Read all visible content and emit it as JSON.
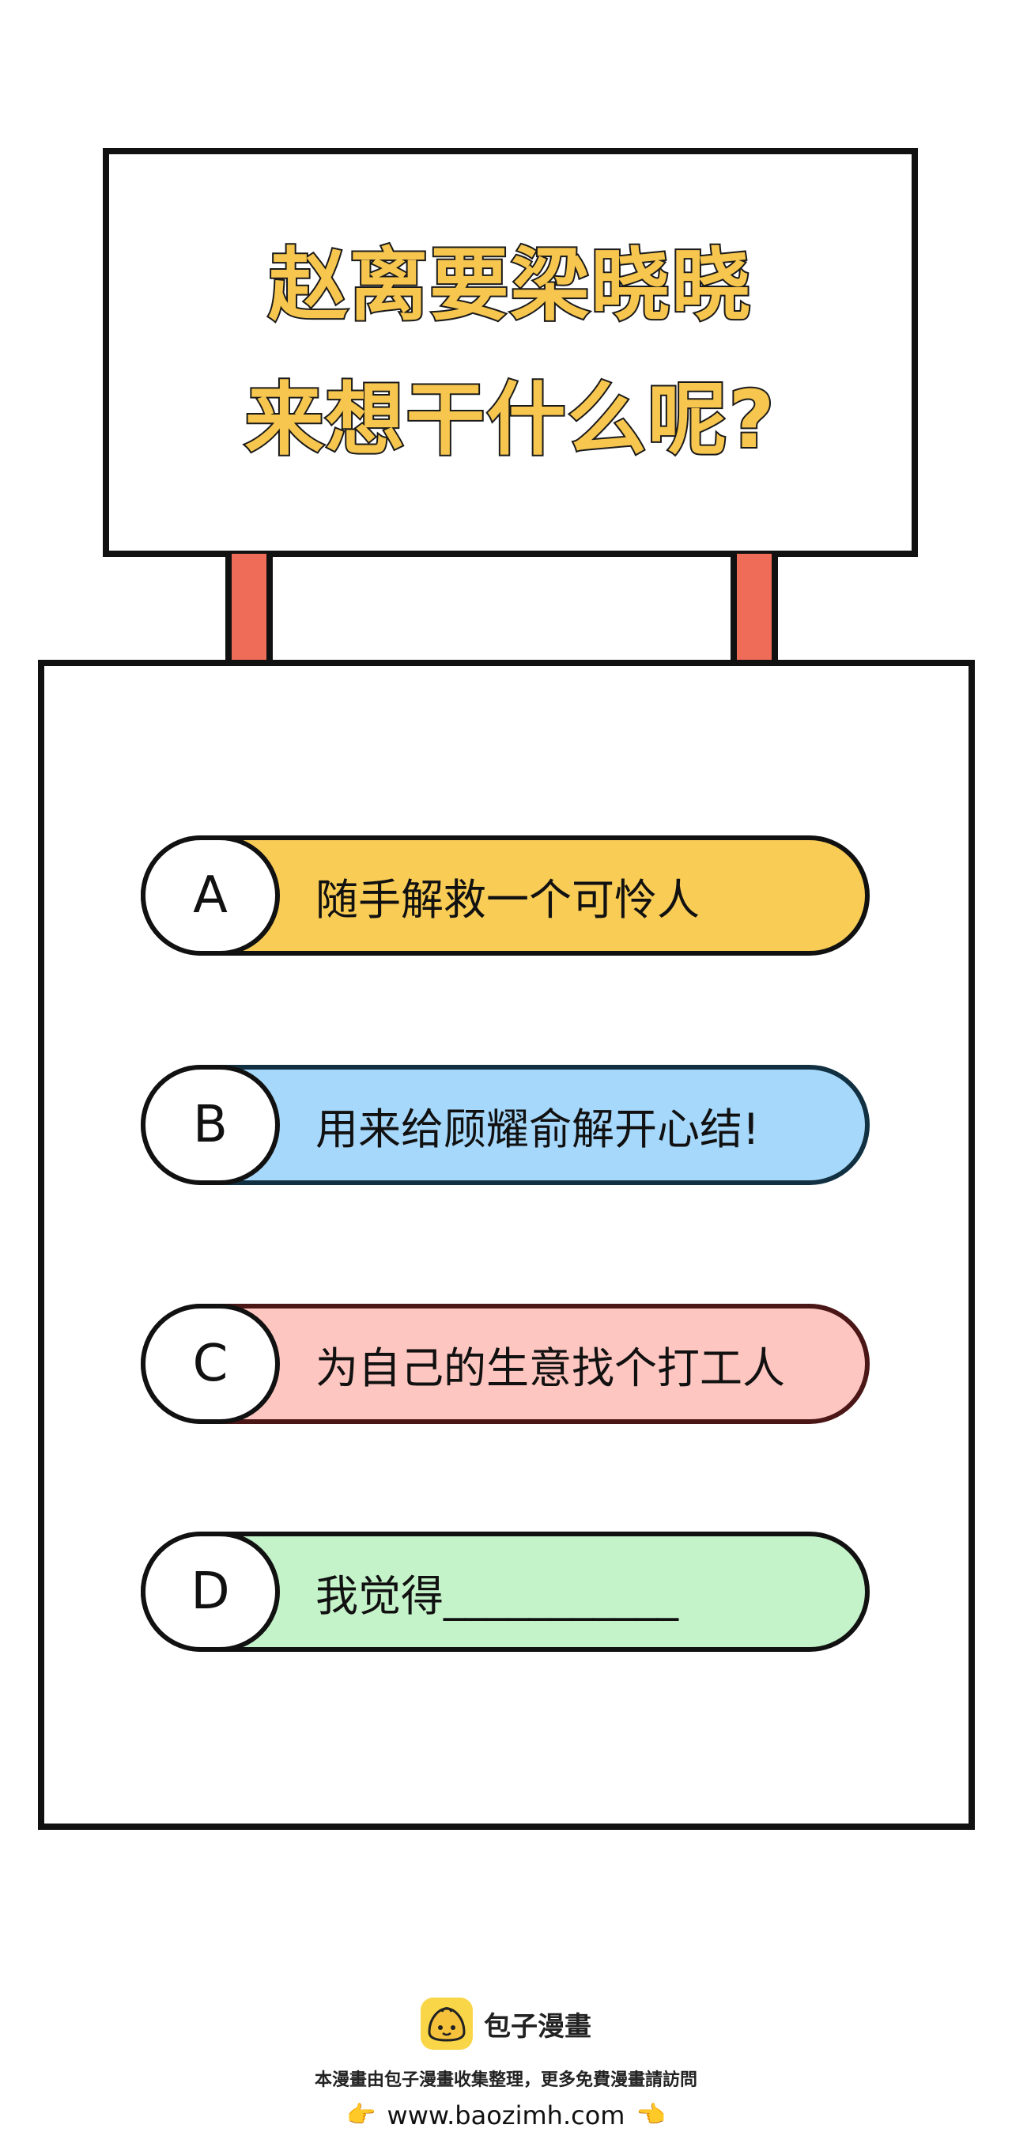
{
  "sign": {
    "title_line1": "赵离要梁晓晓",
    "title_line2": "来想干什么呢?",
    "title_color": "#f6c64f"
  },
  "options": [
    {
      "letter": "A",
      "text": "随手解救一个可怜人",
      "color": "#f8cc55"
    },
    {
      "letter": "B",
      "text": "用来给顾耀俞解开心结!",
      "color": "#a6d8fb"
    },
    {
      "letter": "C",
      "text": "为自己的生意找个打工人",
      "color": "#fec6c0"
    },
    {
      "letter": "D",
      "text": "我觉得___________",
      "color": "#c4f2c9"
    }
  ],
  "footer": {
    "brand_name": "包子漫畫",
    "note": "本漫畫由包子漫畫收集整理，更多免費漫畫請訪問",
    "left_hand_icon": "👉",
    "url": "www.baozimh.com",
    "right_hand_icon": "👈",
    "logo_icon": "bun-logo-icon",
    "logo_color": "#f9d548"
  },
  "colors": {
    "post": "#ef6c58",
    "border": "#111111"
  }
}
